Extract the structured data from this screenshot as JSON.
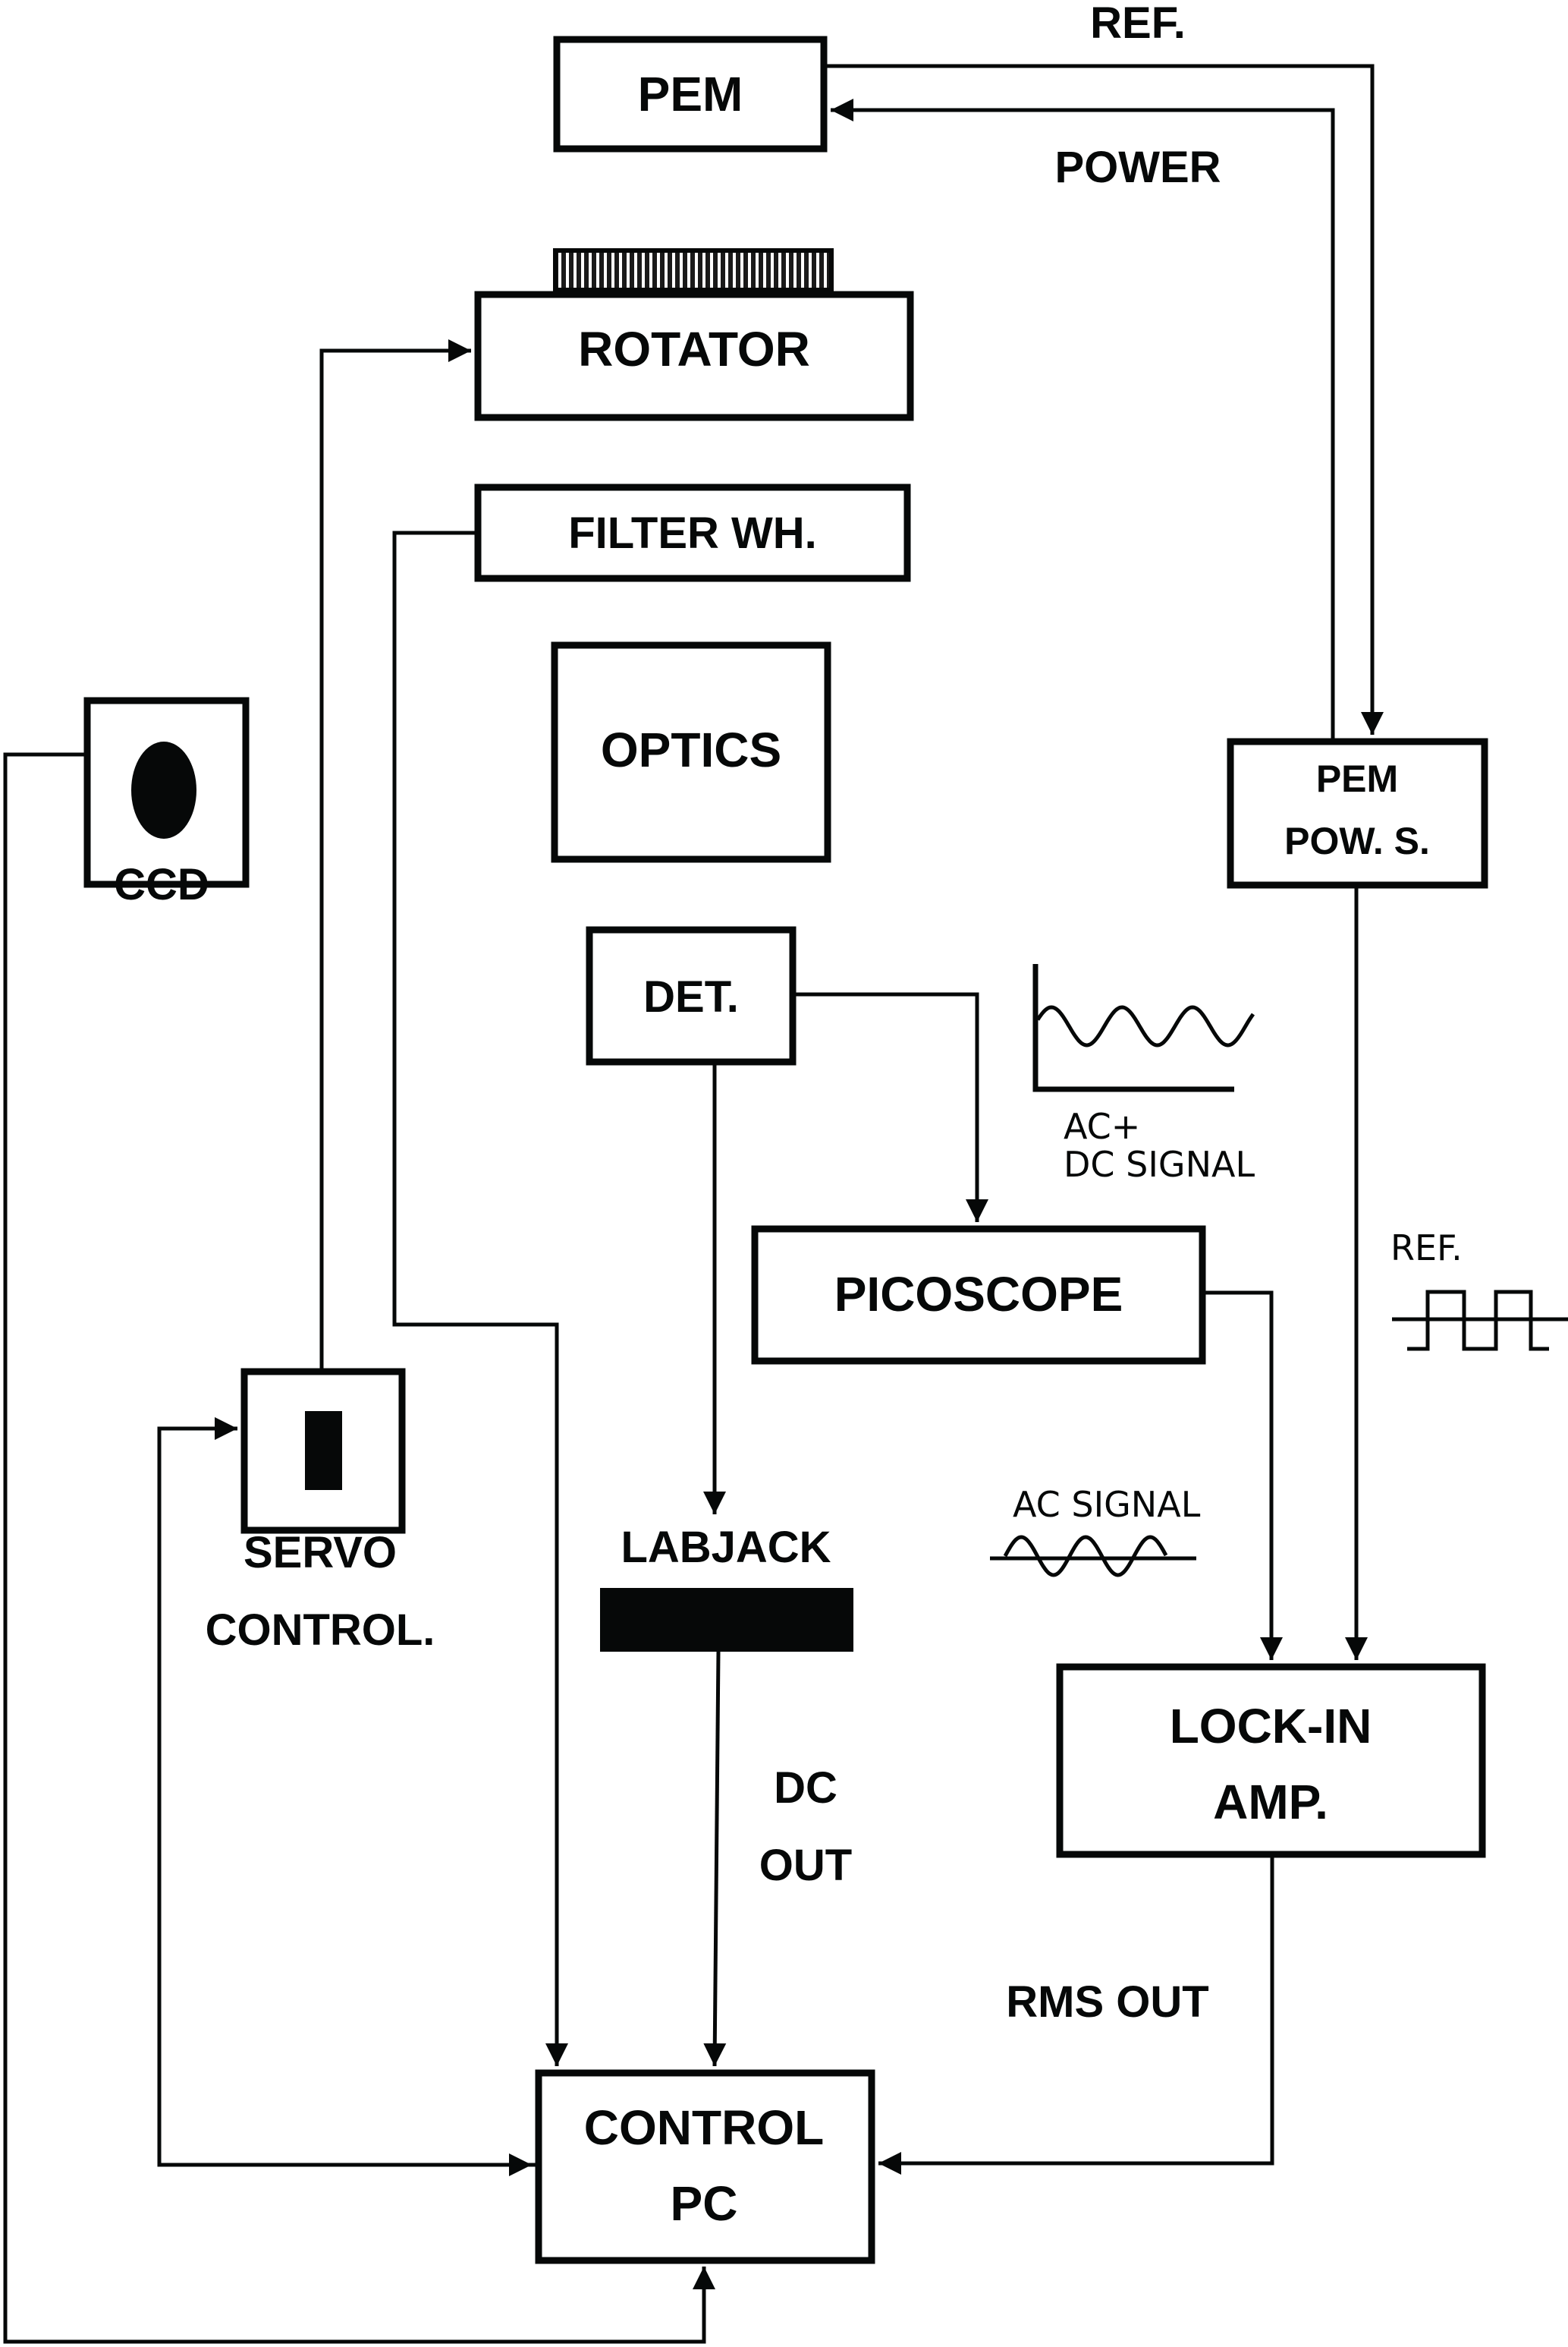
{
  "diagram": {
    "title": "Polarimeter control system block diagram",
    "colors": {
      "ink": "#060808",
      "background": "#ffffff"
    },
    "blocks": {
      "pem": {
        "label": "PEM"
      },
      "rotator": {
        "label": "ROTATOR"
      },
      "filter_wheel": {
        "label": "FILTER WH."
      },
      "optics": {
        "label": "OPTICS"
      },
      "ccd": {
        "label": "CCD",
        "icon": "ccd-sensor-icon"
      },
      "detector": {
        "label": "DET."
      },
      "pem_power_supply": {
        "line1": "PEM",
        "line2": "POW. S."
      },
      "picoscope": {
        "label": "PICOSCOPE"
      },
      "servo_controller": {
        "line1": "SERVO",
        "line2": "CONTROL.",
        "icon": "servo-icon"
      },
      "labjack": {
        "label": "LABJACK"
      },
      "lock_in_amp": {
        "line1": "LOCK-IN",
        "line2": "AMP."
      },
      "control_pc": {
        "line1": "CONTROL",
        "line2": "PC"
      }
    },
    "signal_labels": {
      "ref_top": "REF.",
      "power": "POWER",
      "ac_dc_line1": "AC+",
      "ac_dc_line2": "DC SIGNAL",
      "ref_side": "REF.",
      "ac_signal": "AC SIGNAL",
      "dc_out_line1": "DC",
      "dc_out_line2": "OUT",
      "rms_out": "RMS OUT"
    },
    "connections": [
      {
        "from": "PEM",
        "to": "PEM POW. S.",
        "label": "REF."
      },
      {
        "from": "PEM POW. S.",
        "to": "PEM",
        "label": "POWER"
      },
      {
        "from": "SERVO CONTROL.",
        "to": "ROTATOR"
      },
      {
        "from": "FILTER WH.",
        "to": "CONTROL PC"
      },
      {
        "from": "CCD",
        "to": "CONTROL PC"
      },
      {
        "from": "DET.",
        "to": "PICOSCOPE",
        "label": "AC+ DC SIGNAL"
      },
      {
        "from": "DET.",
        "to": "LABJACK"
      },
      {
        "from": "PICOSCOPE",
        "to": "LOCK-IN AMP.",
        "label": "AC SIGNAL"
      },
      {
        "from": "PEM POW. S.",
        "to": "LOCK-IN AMP.",
        "label": "REF."
      },
      {
        "from": "LABJACK",
        "to": "CONTROL PC",
        "label": "DC OUT"
      },
      {
        "from": "LOCK-IN AMP.",
        "to": "CONTROL PC",
        "label": "RMS OUT"
      },
      {
        "from": "CONTROL PC",
        "to": "SERVO CONTROL."
      }
    ]
  }
}
